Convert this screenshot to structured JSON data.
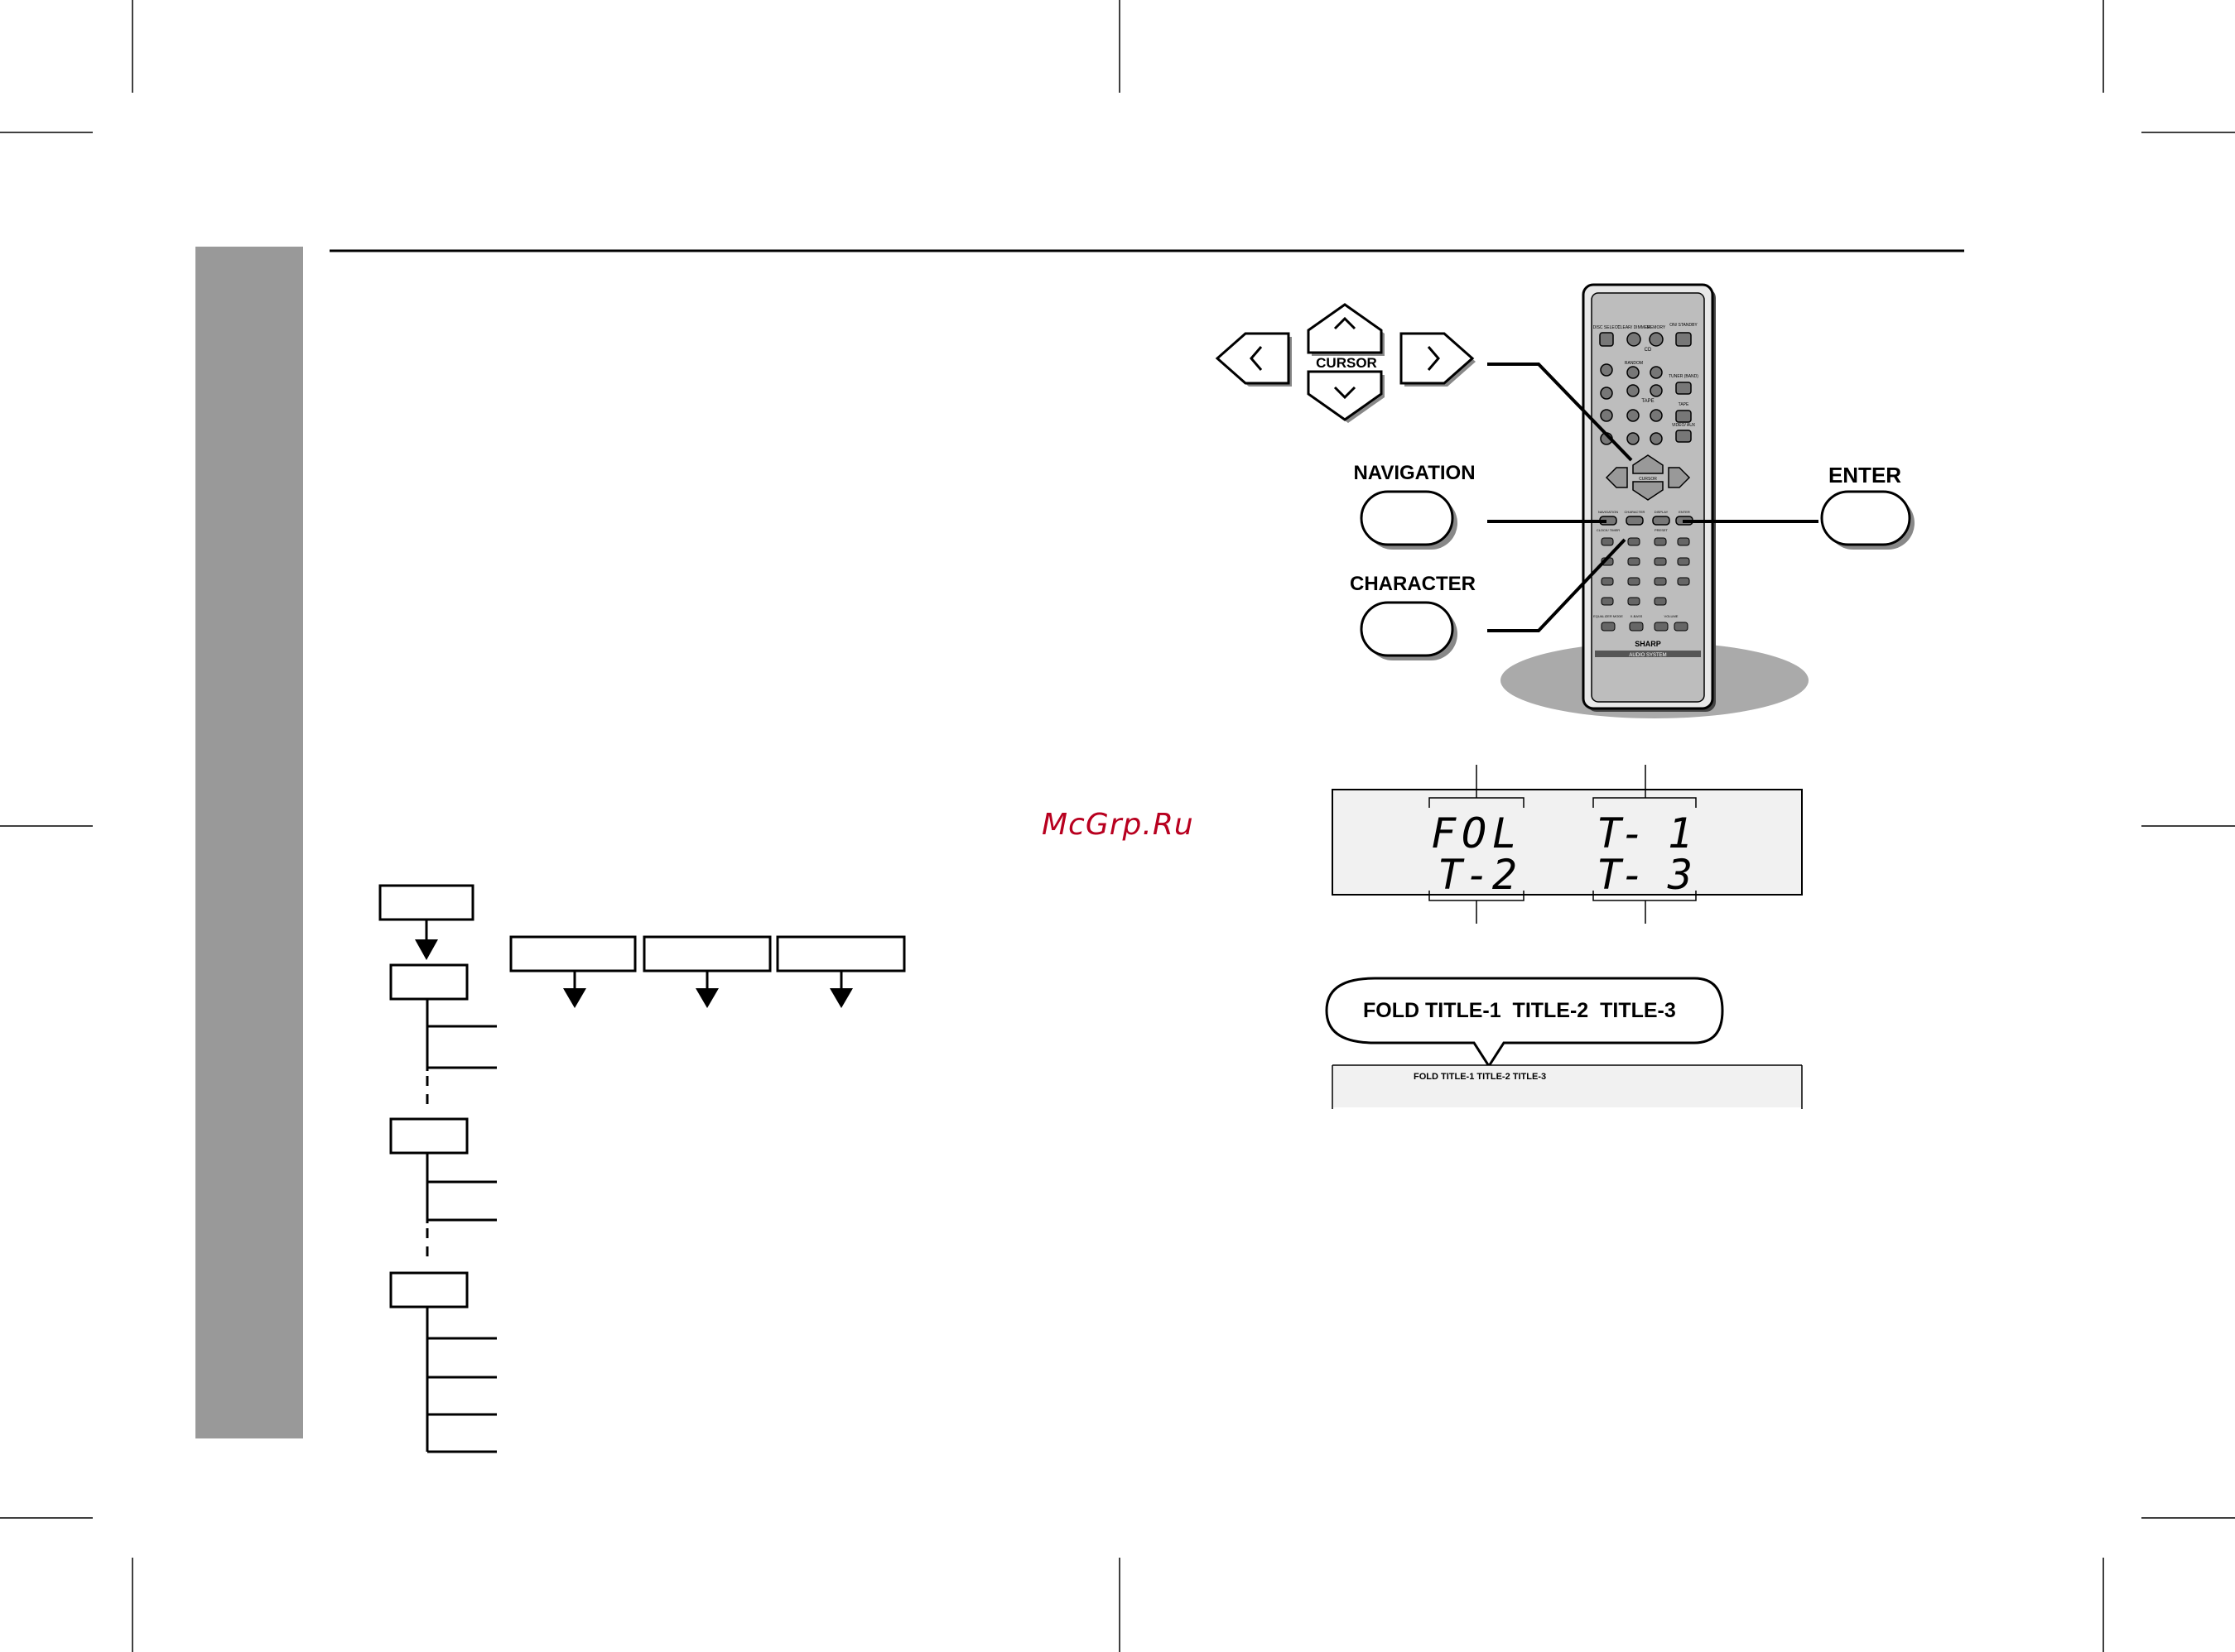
{
  "watermark": "McGrp.Ru",
  "remote_callouts": {
    "cursor_label": "CURSOR",
    "navigation_label": "NAVIGATION",
    "character_label": "CHARACTER",
    "enter_label": "ENTER"
  },
  "display_panel": {
    "top_left": "FOL",
    "bottom_left": "T-2",
    "top_right": "T- 1",
    "bottom_right": "T- 3"
  },
  "scroll_display": {
    "bubble_text": "FOLD TITLE-1  TITLE-2  TITLE-3",
    "strip_text": "FOLD TITLE-1 TITLE-2 TITLE-3"
  },
  "remote_control": {
    "brand": "SHARP",
    "model_band": "AUDIO SYSTEM",
    "button_labels": {
      "disc_select": "DISC SELECT",
      "clear_dimmer": "CLEAR/ DIMMER",
      "memory": "MEMORY",
      "on_standby": "ON/ STANDBY",
      "random": "RANDOM",
      "tuner_band": "TUNER (BAND)",
      "tape": "TAPE",
      "video_aux": "VIDEO/ AUX",
      "cd_label": "CD",
      "tape_label": "TAPE",
      "cursor": "CURSOR",
      "navigation": "NAVIGATION",
      "character": "CHARACTER",
      "display": "DISPLAY",
      "enter": "ENTER",
      "clock_timer": "CLOCK/ TIMER",
      "preset": "PRESET",
      "equalizer_mode": "EQUALIZER MODE",
      "x_bass": "X-BASS",
      "volume": "VOLUME"
    }
  }
}
